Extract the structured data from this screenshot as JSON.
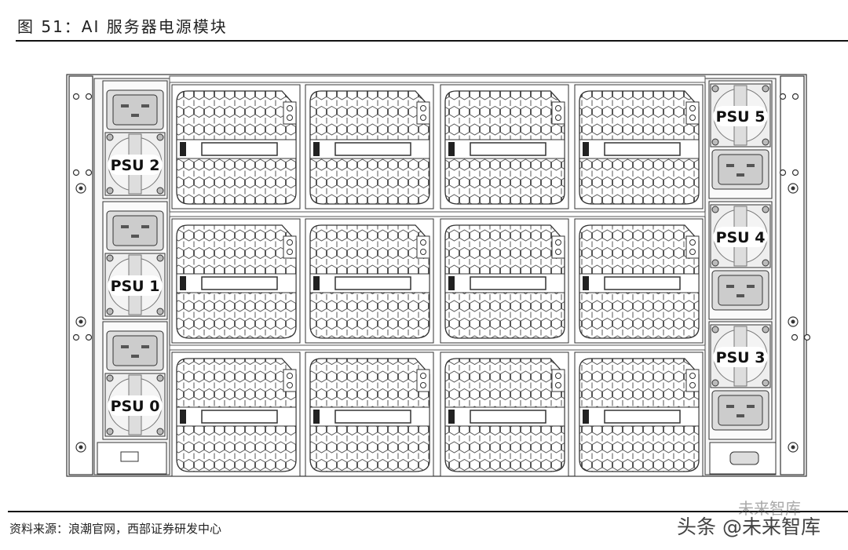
{
  "figure": {
    "title": "图 51：AI 服务器电源模块",
    "source": "资料来源：浪潮官网，西部证券研发中心",
    "watermark": "头条 @未来智库",
    "watermark_faint": "未来智库"
  },
  "diagram": {
    "left_psus": [
      "PSU 2",
      "PSU 1",
      "PSU 0"
    ],
    "right_psus": [
      "PSU 5",
      "PSU 4",
      "PSU 3"
    ],
    "fan_rows": 3,
    "fan_cols": 4
  }
}
